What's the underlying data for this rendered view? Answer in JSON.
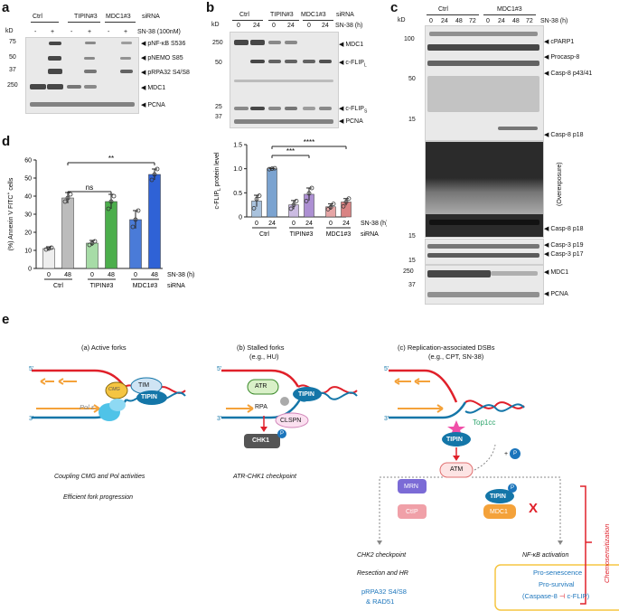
{
  "panels": {
    "a": "a",
    "b": "b",
    "c": "c",
    "d": "d",
    "e": "e"
  },
  "a": {
    "kD": "kD",
    "groups": [
      "Ctrl",
      "TIPIN#3",
      "MDC1#3"
    ],
    "siRNA": "siRNA",
    "treat_signs": [
      "-",
      "+",
      "-",
      "+",
      "-",
      "+"
    ],
    "treatment": "SN-38 (100nM)",
    "mw": [
      "75",
      "50",
      "37",
      "250"
    ],
    "labels": [
      "pNF-κB S536",
      "pNEMO S85",
      "pRPA32 S4/S8",
      "MDC1",
      "PCNA"
    ]
  },
  "b": {
    "kD": "kD",
    "groups": [
      "Ctrl",
      "TIPIN#3",
      "MDC1#3"
    ],
    "siRNA": "siRNA",
    "times": [
      "0",
      "24",
      "0",
      "24",
      "0",
      "24"
    ],
    "time_label": "SN-38 (h)",
    "mw": [
      "250",
      "50",
      "25",
      "37"
    ],
    "labels": [
      "MDC1",
      "c-FLIP",
      "c-FLIP",
      "PCNA"
    ],
    "sub": [
      "L",
      "S"
    ]
  },
  "c": {
    "kD": "kD",
    "groups": [
      "Ctrl",
      "MDC1#3"
    ],
    "times": [
      "0",
      "24",
      "48",
      "72",
      "0",
      "24",
      "48",
      "72"
    ],
    "time_label": "SN-38 (h)",
    "mw": [
      "100",
      "50",
      "15",
      "15",
      "15",
      "250",
      "37"
    ],
    "labels": [
      "cPARP1",
      "Procasp-8",
      "Casp-8 p43/41",
      "Casp-8 p18",
      "(Overexposure)",
      "Casp-8 p18",
      "Casp-3 p19",
      "Casp-3 p17",
      "MDC1",
      "PCNA"
    ]
  },
  "chart_data": [
    {
      "type": "bar",
      "panel": "b",
      "ylabel": "c-FLIP",
      "ylabel_sub": "L",
      "ylabel_rest": " protein level",
      "ylim": [
        0,
        1.5
      ],
      "yticks": [
        "0",
        "0.5",
        "1.0",
        "1.5"
      ],
      "categories": [
        "0",
        "24",
        "0",
        "24",
        "0",
        "24"
      ],
      "groups": [
        "Ctrl",
        "TIPIN#3",
        "MDC1#3"
      ],
      "x_label": "SN-38 (h)",
      "group_label": "siRNA",
      "values": [
        0.33,
        1.0,
        0.25,
        0.47,
        0.21,
        0.31
      ],
      "errors": [
        0.12,
        0.01,
        0.09,
        0.13,
        0.06,
        0.07
      ],
      "points": [
        [
          0.18,
          0.37,
          0.44
        ],
        [
          0.99,
          1.0,
          1.01
        ],
        [
          0.17,
          0.25,
          0.33
        ],
        [
          0.33,
          0.49,
          0.6
        ],
        [
          0.16,
          0.2,
          0.27
        ],
        [
          0.22,
          0.31,
          0.38
        ]
      ],
      "colors": [
        "#a9c2dd",
        "#7ba3d0",
        "#cbbbe2",
        "#ad90d3",
        "#e6a6a6",
        "#d98383"
      ],
      "significance": [
        {
          "from": 1,
          "to": 3,
          "label": "***"
        },
        {
          "from": 1,
          "to": 5,
          "label": "****"
        }
      ]
    },
    {
      "type": "bar",
      "panel": "d",
      "ylabel": "(%) Annexin V FITC",
      "ylabel_sup": "+",
      "ylabel_rest": " cells",
      "ylim": [
        0,
        60
      ],
      "yticks": [
        "0",
        "10",
        "20",
        "30",
        "40",
        "50",
        "60"
      ],
      "categories": [
        "0",
        "48",
        "0",
        "48",
        "0",
        "48"
      ],
      "groups": [
        "Ctrl",
        "TIPIN#3",
        "MDC1#3"
      ],
      "x_label": "SN-38 (h)",
      "group_label": "siRNA",
      "values": [
        11,
        39,
        14,
        37,
        27,
        52
      ],
      "errors": [
        1,
        3,
        1.5,
        4,
        5,
        3
      ],
      "points": [
        [
          10.5,
          11,
          11.5
        ],
        [
          37,
          39,
          41
        ],
        [
          13,
          14,
          15
        ],
        [
          33,
          37,
          40
        ],
        [
          23,
          27,
          32
        ],
        [
          49,
          52,
          55
        ]
      ],
      "colors": [
        "#eeeeee",
        "#bcbcbc",
        "#a7dca7",
        "#4cae4c",
        "#4a7bd8",
        "#2f62d6"
      ],
      "significance": [
        {
          "from": 1,
          "to": 3,
          "label": "ns"
        },
        {
          "from": 1,
          "to": 5,
          "label": "**"
        }
      ]
    }
  ],
  "e": {
    "titles": [
      "(a) Active forks",
      "(b) Stalled forks",
      "(e.g., HU)",
      "(c) Replication-associated DSBs",
      "(e.g., CPT, SN-38)"
    ],
    "prime5": "5'",
    "prime3": "3'",
    "a_labels": {
      "tim": "TIM",
      "tipin": "TIPIN",
      "cmg": "CMG",
      "pol": "Pol ε",
      "line1": "Coupling CMG and Pol activities",
      "line2": "Efficient fork progression"
    },
    "b_labels": {
      "atr": "ATR",
      "tipin": "TIPIN",
      "rpa": "RPA",
      "clspn": "CLSPN",
      "chk1": "CHK1",
      "p": "P",
      "line1": "ATR-CHK1 checkpoint"
    },
    "c_labels": {
      "top1cc": "Top1cc",
      "tipin": "TIPIN",
      "atm": "ATM",
      "p": "P",
      "plus": "+",
      "mrn": "MRN",
      "ctip": "CtIP",
      "mdc1": "MDC1",
      "x": "X",
      "chk2": "CHK2 checkpoint",
      "reshr": "Resection and HR",
      "rpa": "pRPA32 S4/S8",
      "rad51": "& RAD51",
      "nfkb": "NF-κB activation",
      "box1": "Pro-senescence",
      "box2": "Pro-survival",
      "box3a": "(Caspase-8",
      "box3b": "c-FLIP)",
      "chemo": "Chemosensitization"
    },
    "colors": {
      "red": "#e0202a",
      "teal": "#1476a8",
      "orange": "#f4a23a",
      "green": "#2aa36a",
      "purple": "#7b6bd6",
      "pink": "#f0a0a8",
      "blue": "#1b75bc",
      "gold": "#f5c542"
    }
  }
}
